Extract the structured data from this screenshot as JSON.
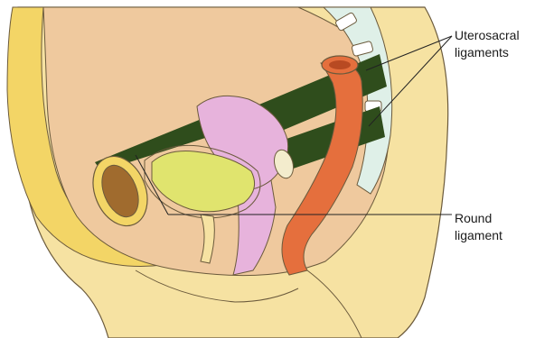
{
  "labels": {
    "uterosacral": [
      "Uterosacral",
      "ligaments"
    ],
    "round": [
      "Round",
      "ligament"
    ]
  },
  "colors": {
    "background": "#ffffff",
    "skin": "#f6e2a2",
    "fat_layer": "#f3d566",
    "abdominal_cavity": "#efc99e",
    "uterus": "#e7b3dc",
    "bladder": "#e0e46e",
    "ligament": "#2f4d1c",
    "rectum": "#e56f3d",
    "spine": "#dff0e8",
    "pubic_bone": "#a06b2e",
    "outline": "#6b5a3c",
    "leader_line": "#222222"
  }
}
